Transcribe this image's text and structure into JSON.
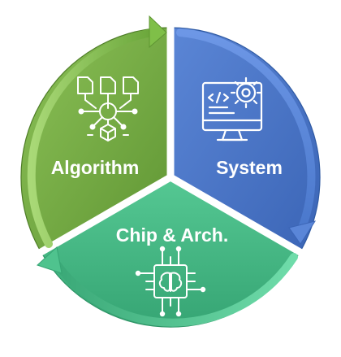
{
  "segments": [
    {
      "id": "algorithm",
      "label": "Algorithm",
      "icon": "neural-network-documents-icon",
      "color": "#6a9e3b"
    },
    {
      "id": "system",
      "label": "System",
      "icon": "computer-monitor-gear-icon",
      "color": "#4573c4"
    },
    {
      "id": "chip",
      "label": "Chip & Arch.",
      "icon": "chip-brain-icon",
      "color": "#3fb07e"
    }
  ]
}
